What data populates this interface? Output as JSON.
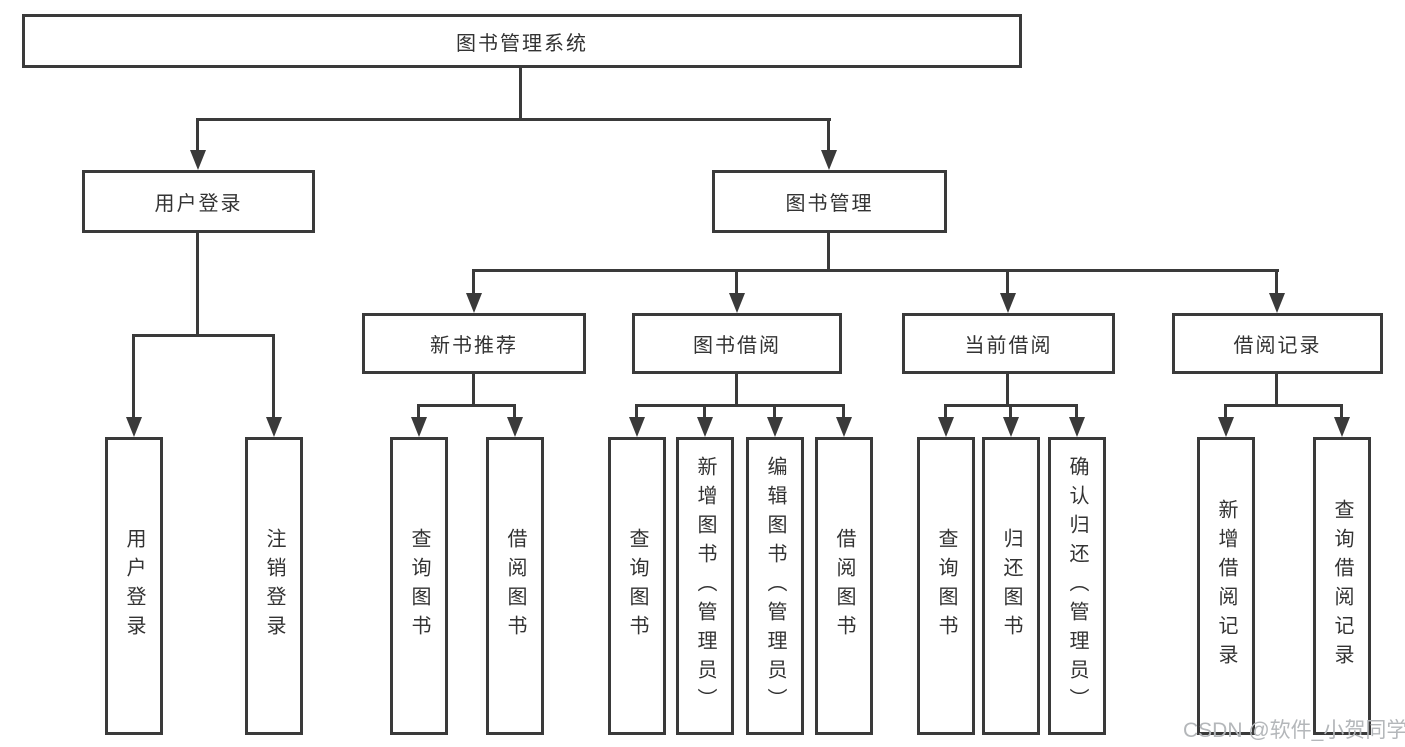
{
  "colors": {
    "line": "#3a3a3a",
    "text": "#333333",
    "watermark_gray": "#b4b7ba",
    "background": "#ffffff"
  },
  "root": {
    "label": "图书管理系统"
  },
  "branches": [
    {
      "label": "用户登录",
      "children": [
        {
          "label": "用户登录"
        },
        {
          "label": "注销登录"
        }
      ]
    },
    {
      "label": "图书管理",
      "children": [
        {
          "label": "新书推荐",
          "children": [
            {
              "label": "查询图书"
            },
            {
              "label": "借阅图书"
            }
          ]
        },
        {
          "label": "图书借阅",
          "children": [
            {
              "label": "查询图书"
            },
            {
              "label": "新增图书（管理员）"
            },
            {
              "label": "编辑图书（管理员）"
            },
            {
              "label": "借阅图书"
            }
          ]
        },
        {
          "label": "当前借阅",
          "children": [
            {
              "label": "查询图书"
            },
            {
              "label": "归还图书"
            },
            {
              "label": "确认归还（管理员）"
            }
          ]
        },
        {
          "label": "借阅记录",
          "children": [
            {
              "label": "新增借阅记录"
            },
            {
              "label": "查询借阅记录"
            }
          ]
        }
      ]
    }
  ],
  "watermark": "CSDN @软件_小贺同学"
}
